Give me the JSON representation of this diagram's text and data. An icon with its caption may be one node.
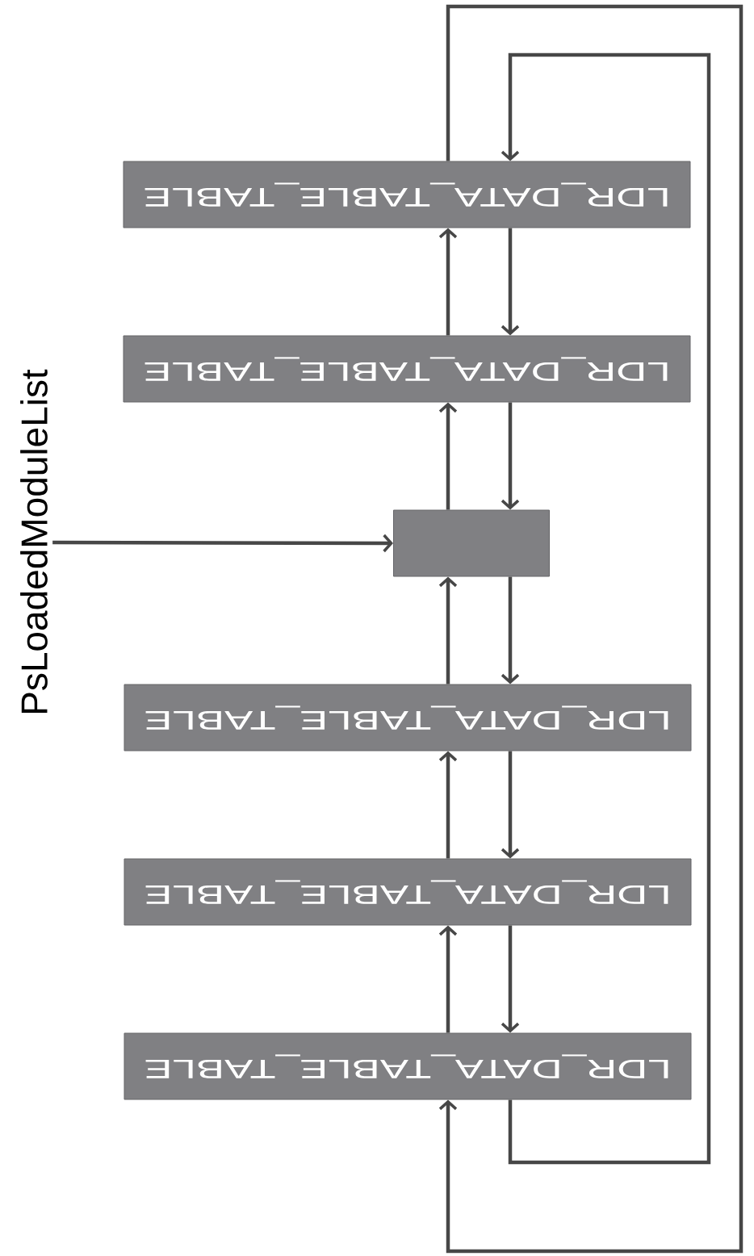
{
  "diagram": {
    "nodes": [
      {
        "text": [
          "PsLoadedModuleList"
        ]
      },
      {
        "text": [
          "LDR_DATA_TABLE_TABLE"
        ]
      },
      {
        "text": [
          "LDR_DATA_TABLE_TABLE"
        ]
      },
      {
        "text": [],
        "shape": "box"
      },
      {
        "text": [
          "LDR_DATA_TABLE_TABLE"
        ]
      },
      {
        "text": [
          "LDR_DATA_TABLE_TABLE"
        ]
      },
      {
        "text": [
          "LDR_DATA_TABLE_TABLE"
        ]
      }
    ],
    "edges": [
      {
        "from": 0,
        "to": 3,
        "arrow": "to"
      },
      {
        "from": 1,
        "to": 2,
        "arrow": "to"
      },
      {
        "from": 2,
        "to": 1,
        "arrow": "to"
      },
      {
        "from": 2,
        "to": 3,
        "arrow": "to"
      },
      {
        "from": 3,
        "to": 2,
        "arrow": "to"
      },
      {
        "from": 3,
        "to": 4,
        "arrow": "to"
      },
      {
        "from": 4,
        "to": 3,
        "arrow": "to"
      },
      {
        "from": 4,
        "to": 5,
        "arrow": "to"
      },
      {
        "from": 5,
        "to": 4,
        "arrow": "to"
      },
      {
        "from": 5,
        "to": 6,
        "arrow": "to"
      },
      {
        "from": 6,
        "to": 5,
        "arrow": "to"
      },
      {
        "from": 6,
        "to": 1,
        "arrow": "to"
      },
      {
        "from": 1,
        "to": 6,
        "arrow": "to"
      }
    ]
  }
}
